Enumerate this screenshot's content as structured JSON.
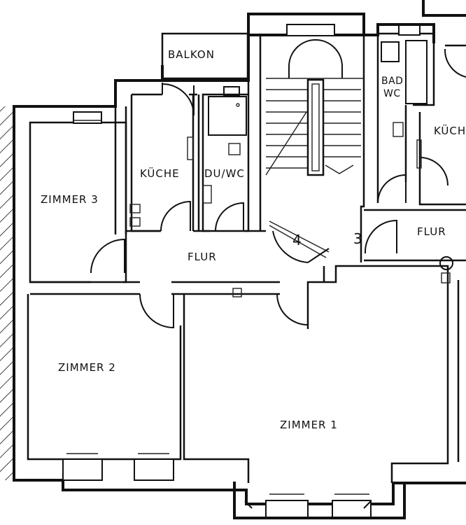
{
  "rooms": {
    "balkon": "BALKON",
    "bad_line1": "BAD",
    "bad_line2": "WC",
    "kueche_right": "KÜCH",
    "kueche": "KÜCHE",
    "du_wc": "DU/WC",
    "zimmer3": "ZIMMER 3",
    "flur_left": "FLUR",
    "flur_right": "FLUR",
    "zimmer2": "ZIMMER 2",
    "zimmer1": "ZIMMER 1"
  },
  "stair_numbers": {
    "step4": "4",
    "step3": "3"
  }
}
